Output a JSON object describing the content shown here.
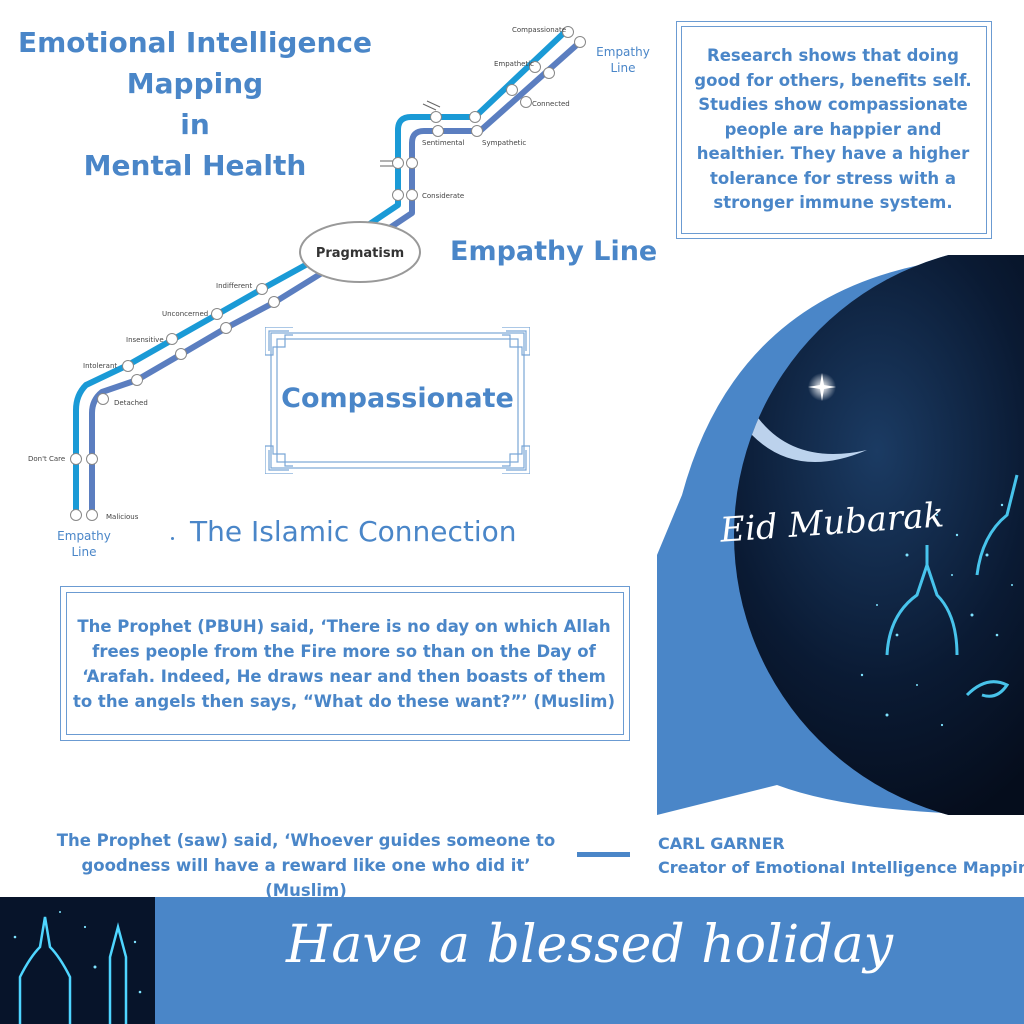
{
  "title_lines": [
    "Emotional Intelligence",
    "Mapping",
    "in",
    "Mental Health"
  ],
  "empathy_line_title": "Empathy Line",
  "research_text": "Research shows that doing good for others, benefits self. Studies show compassionate people are happier and healthier. They have a higher tolerance for stress with a stronger immune system.",
  "compassionate_box": "Compassionate",
  "islamic_connection": "The Islamic Connection",
  "hadith_1": "The Prophet (PBUH) said, ‘There is no day on which Allah frees people from the Fire more so than on the Day of ‘Arafah. Indeed, He draws near and then boasts of them to the angels then says, “What do these want?”’ (Muslim)",
  "hadith_2": "The Prophet (saw) said, ‘Whoever guides someone to goodness will have a reward like one who did it’ (Muslim)",
  "author": {
    "name": "CARL GARNER",
    "role": "Creator of Emotional Intelligence Mapping"
  },
  "greeting": "Eid Mubarak",
  "footer": "Have a blessed holiday",
  "map": {
    "hub": "Pragmatism",
    "start_label_lines": [
      "Empathy",
      "Line"
    ],
    "end_label_lines": [
      "Empathy",
      "Line"
    ],
    "stations": {
      "dont_care": "Don't Care",
      "malicious": "Malicious",
      "intolerant": "Intolerant",
      "detached": "Detached",
      "insensitive": "Insensitive",
      "unconcerned": "Unconcerned",
      "indifferent": "Indifferent",
      "considerate": "Considerate",
      "sentimental": "Sentimental",
      "sympathetic": "Sympathetic",
      "connected": "Connected",
      "empathetic": "Empathetic",
      "compassionate": "Compassionate"
    }
  },
  "colors": {
    "accent": "#4a86c8",
    "line_light": "#1a9ad6",
    "line_dark": "#5b7ec0"
  }
}
